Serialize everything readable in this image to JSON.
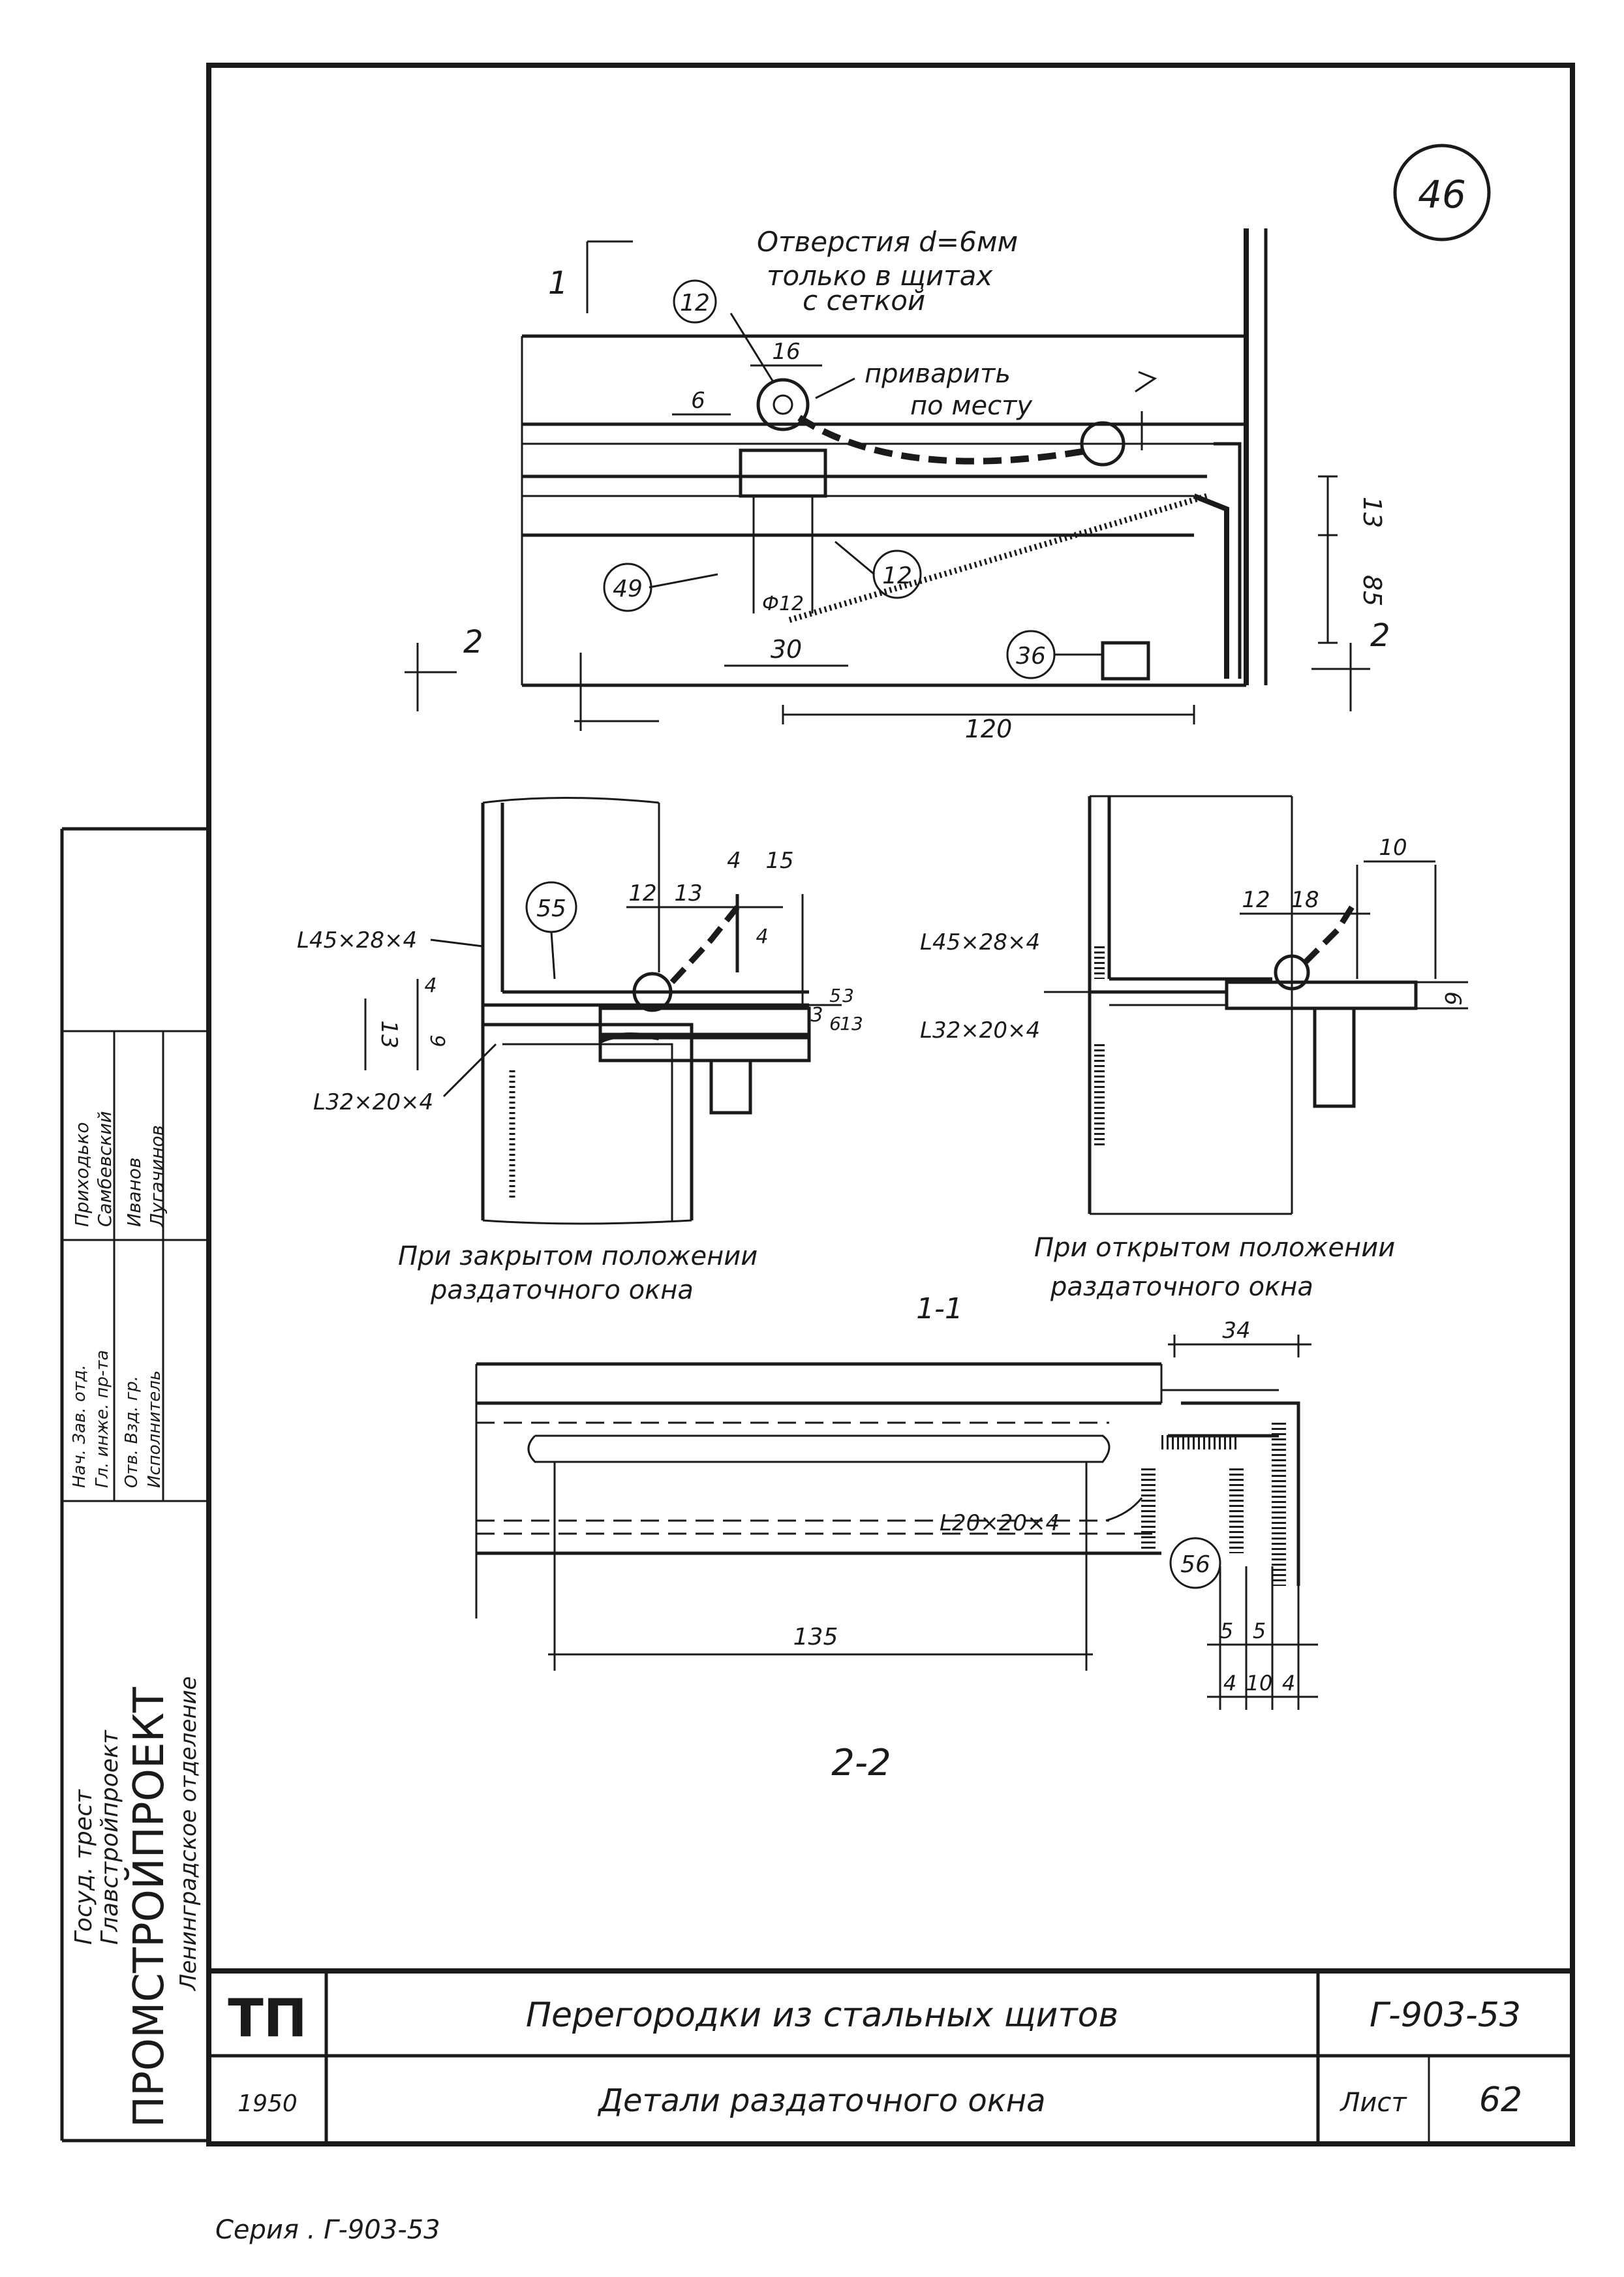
{
  "sheet_number_circle": "46",
  "plan_view": {
    "note_holes": [
      "Отверстия d=6мм",
      "только в щитах",
      "с сеткой"
    ],
    "note_weld": [
      "приварить",
      "по месту"
    ],
    "markers": [
      "12",
      "49",
      "12",
      "36"
    ],
    "dims": [
      "16",
      "6",
      "13",
      "85",
      "30",
      "120",
      "Ф12"
    ],
    "section_mark_left": "2",
    "section_mark_right": "2",
    "section_mark_top": "1"
  },
  "closed_view": {
    "angle_top": "L45×28×4",
    "angle_bottom": "L32×20×4",
    "marker": "55",
    "dims": [
      "12",
      "13",
      "4",
      "15",
      "4",
      "3",
      "4",
      "13",
      "9",
      "5",
      "3",
      "6",
      "13"
    ],
    "caption": [
      "При закрытом положении",
      "раздаточного окна"
    ]
  },
  "open_view": {
    "angle_top": "L45×28×4",
    "angle_bottom": "L32×20×4",
    "dims": [
      "10",
      "12",
      "18",
      "6"
    ],
    "caption": [
      "При открытом положении",
      "раздаточного окна"
    ]
  },
  "section_1_label": "1-1",
  "section_2": {
    "angle": "L20×20×4",
    "marker": "56",
    "dims": [
      "34",
      "135",
      "5",
      "5",
      "4",
      "10",
      "4"
    ],
    "label": "2-2"
  },
  "side_stamp": {
    "org_lines": [
      "Госуд. трест",
      "Главстройпроект"
    ],
    "org_name": "ПРОМСТРОЙПРОЕКТ",
    "dept": "Ленинградское отделение",
    "roles": [
      "Нач. Зав. отд.",
      "Гл. инже. пр-та",
      "Отв. Взд. гр.",
      "Исполнитель"
    ],
    "names": [
      "Приходько",
      "Самбевский",
      "Иванов",
      "Лугачинов"
    ]
  },
  "title_block": {
    "logo": "ТП",
    "year": "1950",
    "title_main": "Перегородки из стальных щитов",
    "title_sub": "Детали раздаточного окна",
    "series_code": "Г-903-53",
    "sheet_label": "Лист",
    "sheet_number": "62"
  },
  "footer": "Серия . Г-903-53"
}
